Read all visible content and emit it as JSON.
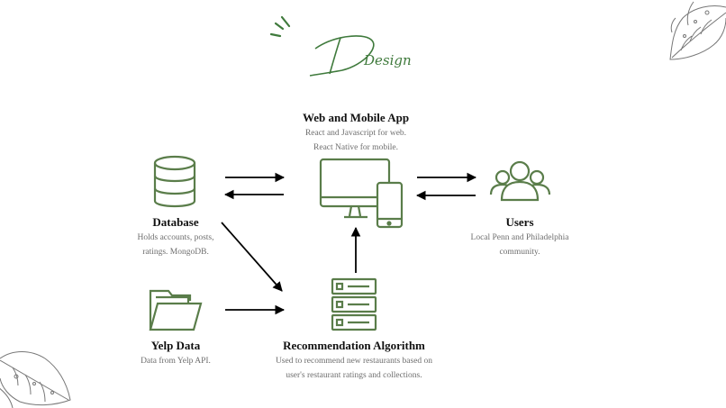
{
  "header": {
    "title": "Design"
  },
  "nodes": {
    "web_app": {
      "title": "Web and Mobile App",
      "desc_lines": [
        "React and Javascript for web.",
        "React Native for mobile."
      ]
    },
    "database": {
      "title": "Database",
      "desc_lines": [
        "Holds accounts, posts,",
        "ratings. MongoDB."
      ]
    },
    "users": {
      "title": "Users",
      "desc_lines": [
        "Local Penn and Philadelphia",
        "community."
      ]
    },
    "yelp": {
      "title": "Yelp Data",
      "desc_lines": [
        "Data from Yelp API."
      ]
    },
    "algorithm": {
      "title": "Recommendation Algorithm",
      "desc_lines": [
        "Used to recommend new restaurants based on",
        "user's restaurant ratings and collections."
      ]
    }
  },
  "colors": {
    "accent_green": "#3f7a3c",
    "icon_green": "#5a7d4a",
    "text_dark": "#111111",
    "text_muted": "#6e6e6e",
    "arrow": "#000000",
    "leaf_gray": "#777777"
  }
}
